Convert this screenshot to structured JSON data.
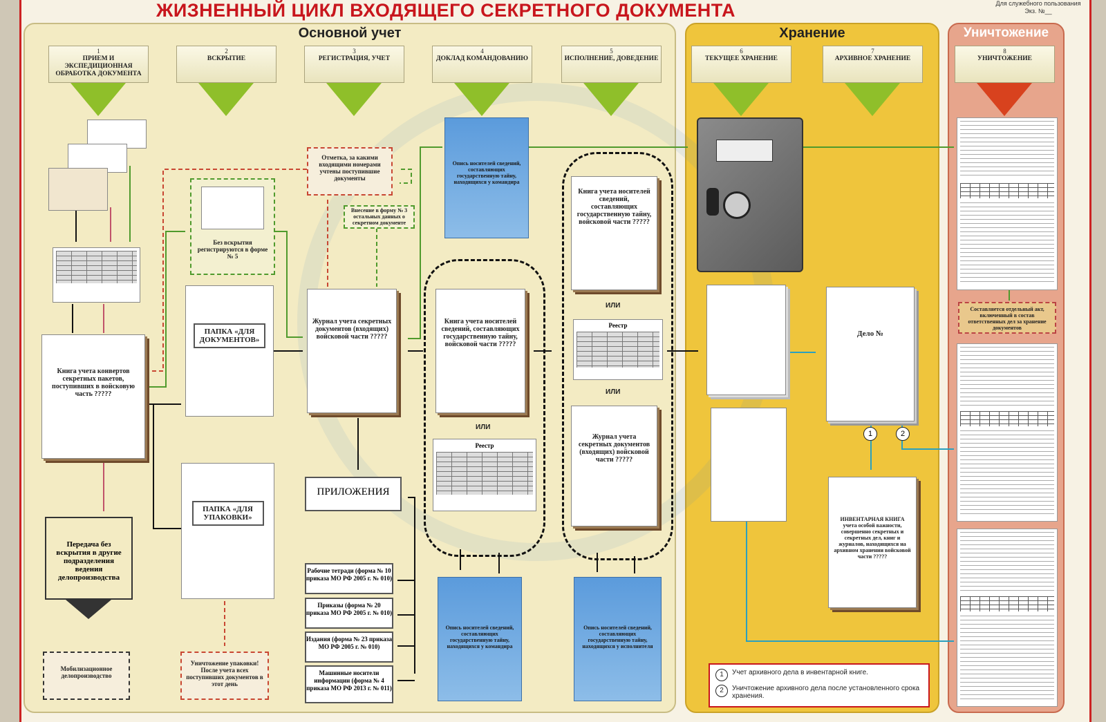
{
  "header": {
    "title": "ЖИЗНЕННЫЙ ЦИКЛ ВХОДЯЩЕГО СЕКРЕТНОГО ДОКУМЕНТА",
    "classification_line1": "Для служебного пользования",
    "classification_line2": "Экз. №__"
  },
  "zones": {
    "main": "Основной учет",
    "storage": "Хранение",
    "destruction": "Уничтожение"
  },
  "steps": [
    {
      "num": "1",
      "label": "ПРИЕМ И ЭКСПЕДИЦИОННАЯ ОБРАБОТКА ДОКУМЕНТА"
    },
    {
      "num": "2",
      "label": "ВСКРЫТИЕ"
    },
    {
      "num": "3",
      "label": "РЕГИСТРАЦИЯ, УЧЕТ"
    },
    {
      "num": "4",
      "label": "ДОКЛАД КОМАНДОВАНИЮ"
    },
    {
      "num": "5",
      "label": "ИСПОЛНЕНИЕ, ДОВЕДЕНИЕ"
    },
    {
      "num": "6",
      "label": "ТЕКУЩЕЕ ХРАНЕНИЕ"
    },
    {
      "num": "7",
      "label": "АРХИВНОЕ ХРАНЕНИЕ"
    },
    {
      "num": "8",
      "label": "УНИЧТОЖЕНИЕ"
    }
  ],
  "boxes": {
    "book_main": "Книга учета конвертов секретных пакетов, поступивших в войсковую часть ?????",
    "transfer": "Передача без вскрытия в другие подразделения ведения делопроизводства",
    "mob": "Мобилизационное делопроизводство",
    "no_open": "Без вскрытия регистрируются в форме № 5",
    "folder_docs": "ПАПКА «ДЛЯ ДОКУМЕНТОВ»",
    "folder_pack": "ПАПКА «ДЛЯ УПАКОВКИ»",
    "destroy_pack": "Уничтожение упаковки! После учета всех поступивших документов в этот день",
    "mark_note": "Отметка, за какими входящими номерами учтены поступившие документы",
    "form3_note": "Внесение в форму № 3 остальных данных о секретном документе",
    "journal": "Журнал учета секретных документов (входящих) войсковой части ?????",
    "appendices": "ПРИЛОЖЕНИЯ",
    "report_book": "Книга учета носителей сведений, составляющих государственную тайну, войсковой части ?????",
    "register": "Реестр",
    "journal2": "Журнал учета секретных документов (входящих) войсковой части ?????",
    "inventory": "Опись носителей сведений, составляющих государственную тайну, находящихся у командира",
    "inventory_exec": "Опись носителей сведений, составляющих государственную тайну, находящихся у исполнителя",
    "inventory_book": "ИНВЕНТАРНАЯ КНИГА учета особой важности, совершенно секретных и секретных дел, книг и журналов, находящихся на архивном хранении войсковой части ?????",
    "case": "Дело №",
    "act_note": "Составляется отдельный акт, включенный в состав ответственных дел за хранение документов",
    "ili": "ИЛИ"
  },
  "appendix_items": [
    "Рабочие тетради (форма № 10 приказа МО РФ 2005 г. № 010)",
    "Приказы (форма № 20 приказа МО РФ 2005 г. № 010)",
    "Издания (форма № 23 приказа МО РФ 2005 г. № 010)",
    "Машинные носители информации (форма № 4 приказа МО РФ 2013 г. № 011)"
  ],
  "legend": [
    {
      "num": "1",
      "text": "Учет архивного дела в инвентарной книге."
    },
    {
      "num": "2",
      "text": "Уничтожение архивного дела после установленного срока хранения."
    }
  ],
  "colors": {
    "title_red": "#c8161d",
    "main_zone": "#f3ebc3",
    "storage_zone": "#efc53c",
    "destroy_zone": "#e7a58c",
    "arrow_green": "#8fbf2a",
    "arrow_red": "#d8421e",
    "flow_teal": "#2aa0c0"
  }
}
